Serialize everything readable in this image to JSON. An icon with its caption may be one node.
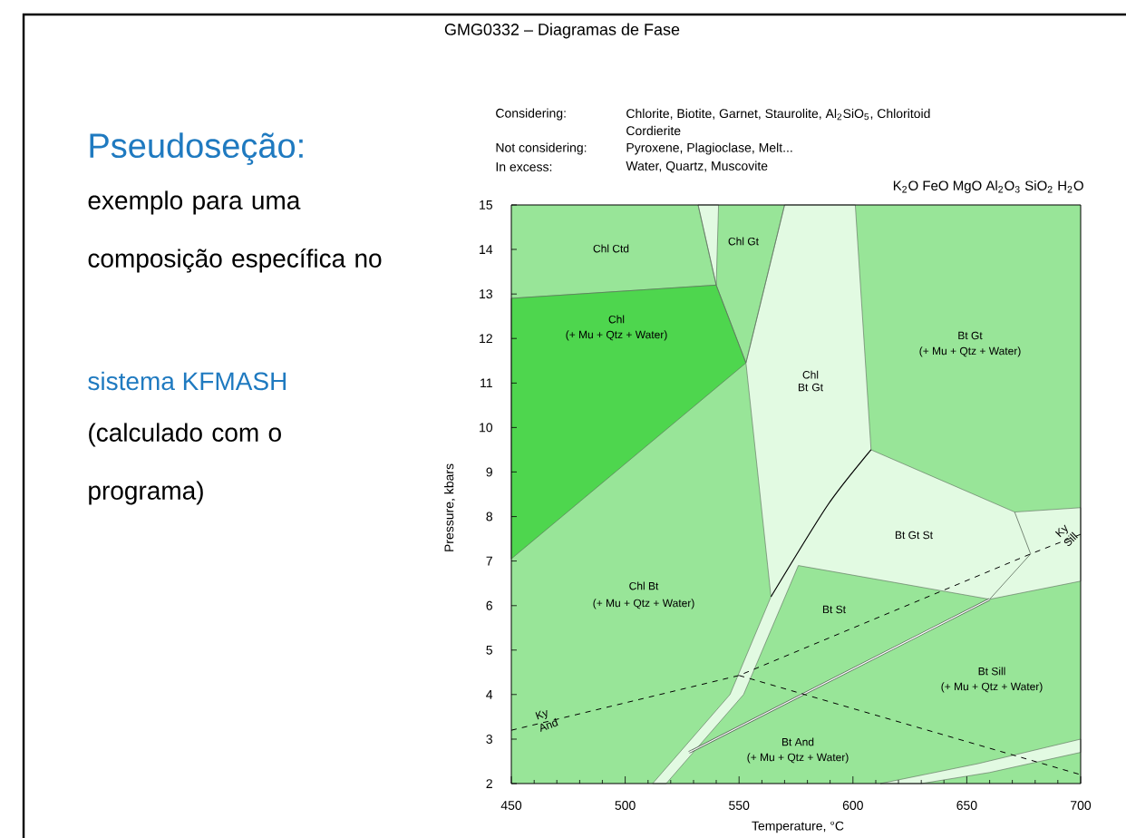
{
  "diagram": {
    "title": "GMG0332 – Diagramas de Fase",
    "labels": [
      "Pseudoseção:",
      "exemplo para uma composição específica no",
      "sistema KFMASH",
      "(calculado com o programa)",
      "Considering:",
      "Chlorite, Biotite, Garnet, Staurolite, Al$_{2}$SiO$_{5}$, Chloritoid",
      "Cordierite",
      "Not considering:",
      "Pyroxene, Plagioclase, Melt...",
      "In excess:",
      "Water, Quartz, Muscovite",
      "K$_{2}$O FeO MgO Al$_{2}$O$_{3}$ SiO$_{2}$ H$_{2}$O",
      "Chl Ctd",
      "Chl Gt",
      "Chl",
      "(+ Mu + Qtz + Water)",
      "Chl Bt Gt",
      "Bt Gt",
      "(+ Mu + Qtz + Water)",
      "Bt Gt St",
      "Ky Sill",
      "Chl Bt",
      "(+ Mu + Qtz + Water)",
      "Bt St",
      "Bt Sill",
      "(+ Mu + Qtz + Water)",
      "Ky And",
      "Bt And",
      "(+ Mu + Qtz + Water)",
      "Pressure, kbars",
      "Temperature, °C",
      "15",
      "14",
      "13",
      "12",
      "11",
      "10",
      "9",
      "8",
      "7",
      "6",
      "5",
      "4",
      "3",
      "2",
      "450",
      "500",
      "550",
      "600",
      "650",
      "700"
    ]
  }
}
